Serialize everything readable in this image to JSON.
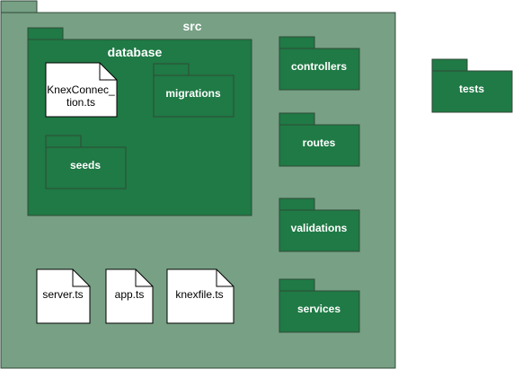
{
  "colors": {
    "outer_package": "#77a084",
    "inner_package": "#1f7a45",
    "stroke": "#2f4a38",
    "file_fill": "#ffffff",
    "file_stroke": "#000000",
    "label_white": "#ffffff",
    "label_dark": "#000000"
  },
  "packages": {
    "src": {
      "label": "src"
    },
    "database": {
      "label": "database"
    },
    "migrations": {
      "label": "migrations"
    },
    "seeds": {
      "label": "seeds"
    },
    "controllers": {
      "label": "controllers"
    },
    "routes": {
      "label": "routes"
    },
    "validations": {
      "label": "validations"
    },
    "services": {
      "label": "services"
    },
    "tests": {
      "label": "tests"
    }
  },
  "files": {
    "knex_connection": {
      "line1": "KnexConnec_",
      "line2": "tion.ts"
    },
    "server": {
      "label": "server.ts"
    },
    "app": {
      "label": "app.ts"
    },
    "knexfile": {
      "label": "knexfile.ts"
    }
  }
}
